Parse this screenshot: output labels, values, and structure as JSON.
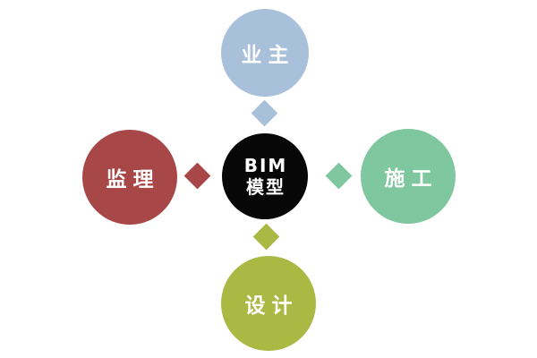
{
  "center_node": {
    "line1": "BIM",
    "line2": "模型",
    "color": "#070707",
    "text_color": "#ffffff"
  },
  "nodes": {
    "top": {
      "label": "业主",
      "color": "#a9c0da"
    },
    "left": {
      "label": "监理",
      "color": "#a84747"
    },
    "right": {
      "label": "施工",
      "color": "#7fc79e"
    },
    "bottom": {
      "label": "设计",
      "color": "#aab944"
    }
  },
  "connectors": {
    "top": {
      "color": "#a9c0da"
    },
    "left": {
      "color": "#a84747"
    },
    "right": {
      "color": "#7fc79e"
    },
    "bottom": {
      "color": "#aab944"
    }
  }
}
